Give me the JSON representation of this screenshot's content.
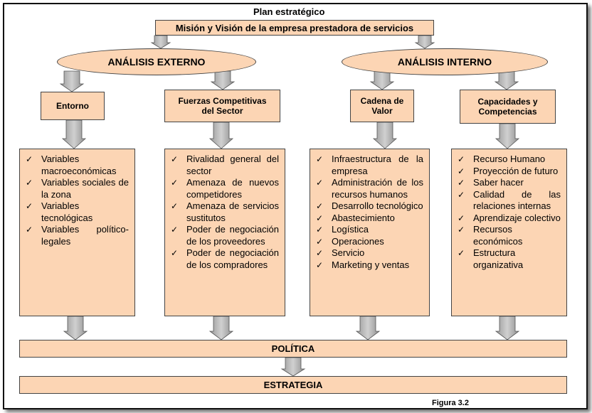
{
  "title": "Plan estratégico",
  "mission": "Misión y Visión de la empresa prestadora de servicios",
  "analysis": {
    "external": "ANÁLISIS EXTERNO",
    "internal": "ANÁLISIS INTERNO"
  },
  "columns": [
    {
      "heading": "Entorno",
      "items": [
        "Variables macroeconómicas",
        "Variables sociales de la zona",
        "Variables tecnológicas",
        "Variables político-legales"
      ]
    },
    {
      "heading": "Fuerzas Competitivas del Sector",
      "items": [
        "Rivalidad general del sector",
        "Amenaza de nuevos competidores",
        "Amenaza de servicios sustitutos",
        "Poder de negociación de los proveedores",
        "Poder de negociación de los compradores"
      ]
    },
    {
      "heading": "Cadena de Valor",
      "items": [
        "Infraestructura de la empresa",
        "Administración de los recursos humanos",
        "Desarrollo tecnológico",
        "Abastecimiento",
        "Logística",
        "Operaciones",
        "Servicio",
        "Marketing y ventas"
      ]
    },
    {
      "heading": "Capacidades y Competencias",
      "items": [
        "Recurso Humano",
        "Proyección de futuro",
        "Saber hacer",
        "Calidad de las relaciones internas",
        "Aprendizaje colectivo",
        "Recursos económicos",
        "Estructura organizativa"
      ]
    }
  ],
  "policy": "POLÍTICA",
  "strategy": "ESTRATEGIA",
  "caption": "Figura 3.2",
  "colors": {
    "box_fill": "#fcd5b4",
    "arrow_fill": "#b3b3b3"
  }
}
